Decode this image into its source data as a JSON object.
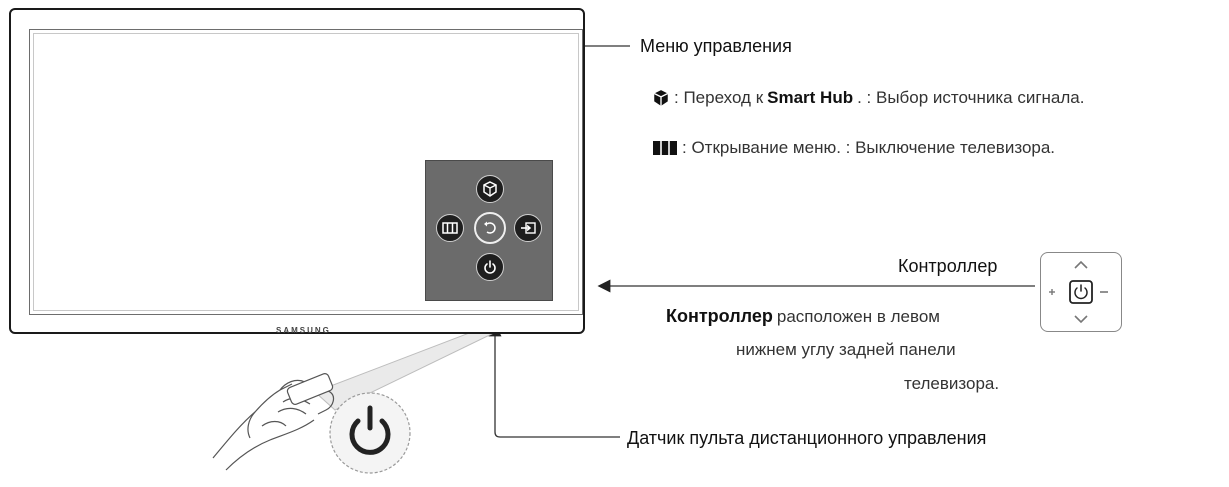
{
  "tv": {
    "brand": "SAMSUNG"
  },
  "callouts": {
    "menu_title": "Меню управления",
    "smart_hub_sep": ": Переход к",
    "smart_hub_strong": "Smart Hub",
    "smart_hub_tail": ". : Выбор источника сигнала.",
    "menu_line": ": Открывание меню. : Выключение телевизора.",
    "controller_title": "Контроллер",
    "controller_desc_strong": "Контроллер",
    "controller_desc_1": "расположен в левом",
    "controller_desc_2": "нижнем углу задней панели",
    "controller_desc_3": "телевизора.",
    "sensor_title": "Датчик пульта дистанционного управления"
  },
  "icons": {
    "smart_hub": "smart-hub-icon",
    "menu": "menu-icon",
    "return": "return-icon",
    "source": "source-icon",
    "power": "power-icon"
  },
  "colors": {
    "panel": "#6b6b6b",
    "button": "#1e1e1e",
    "line": "#333333"
  }
}
